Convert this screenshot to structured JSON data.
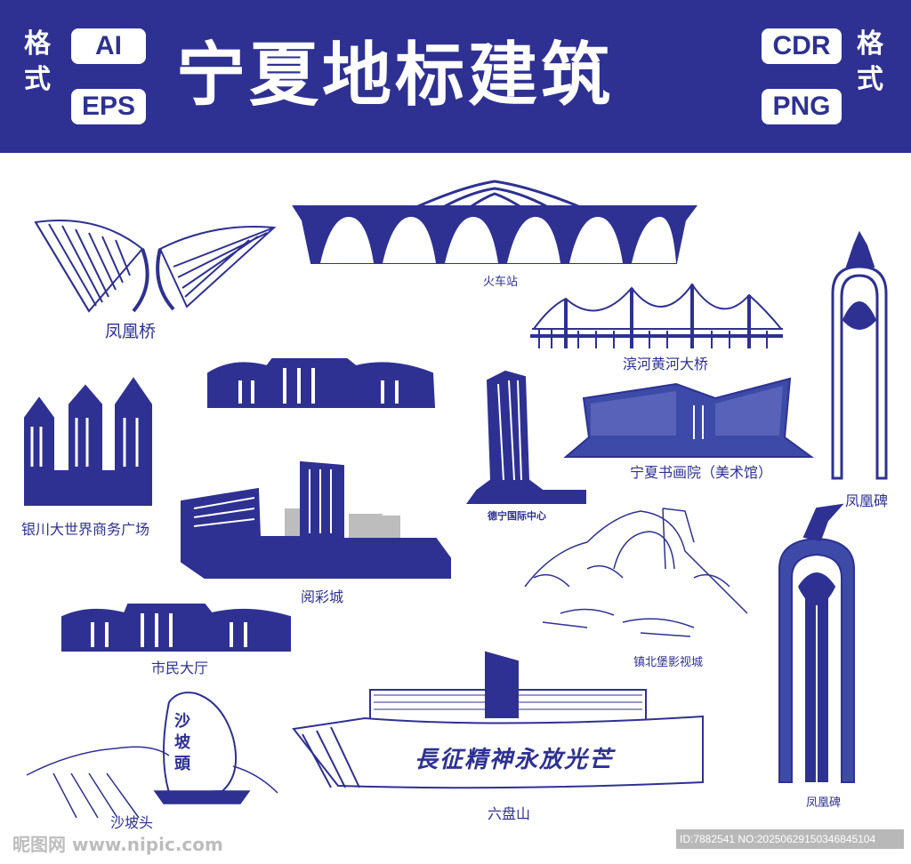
{
  "banner": {
    "title": "宁夏地标建筑",
    "left_format_label": "格式",
    "right_format_label": "格式",
    "formats_left": [
      "AI",
      "EPS"
    ],
    "formats_right": [
      "CDR",
      "PNG"
    ],
    "background_color": "#2e3192"
  },
  "landmarks": {
    "phoenix_bridge": "凤凰桥",
    "train_station": "火车站",
    "binhe_bridge": "滨河黄河大桥",
    "yinchuan_plaza": "银川大世界商务广场",
    "calligraphy_academy": "宁夏书画院（美术馆）",
    "phoenix_monument_1": "凤凰碑",
    "dening_center": "德宁国际中心",
    "yuecai_city": "阅彩城",
    "zhenbeibao": "镇北堡影视城",
    "citizen_hall": "市民大厅",
    "shapotou": "沙坡头",
    "liupanshan": "六盘山",
    "phoenix_monument_2": "凤凰碑"
  },
  "inscriptions": {
    "liupanshan_slogan": "長征精神永放光芒",
    "shapotou_rock": "沙坡頭"
  },
  "watermark": {
    "site": "昵图网 www.nipic.com",
    "id_text": "ID:7882541 NO:20250629150346845104"
  },
  "colors": {
    "ink": "#2e3192",
    "accent_blue": "#3d4aa8",
    "grey": "#bdbdbd"
  }
}
